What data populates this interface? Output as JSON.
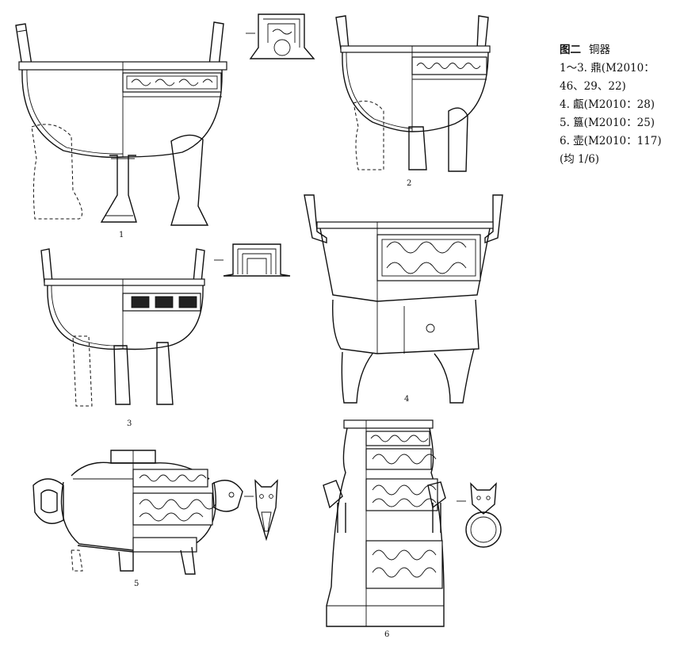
{
  "caption": {
    "title": "图二",
    "subtitle": "铜器",
    "lines": [
      "1～3. 鼎(M2010：",
      "46、29、22)",
      "4. 甗(M2010：28)",
      "5. 簋(M2010：25)",
      "6. 壶(M2010：117)",
      "(均 1/6)"
    ]
  },
  "labels": {
    "n1": "1",
    "n2": "2",
    "n3": "3",
    "n4": "4",
    "n5": "5",
    "n6": "6"
  }
}
